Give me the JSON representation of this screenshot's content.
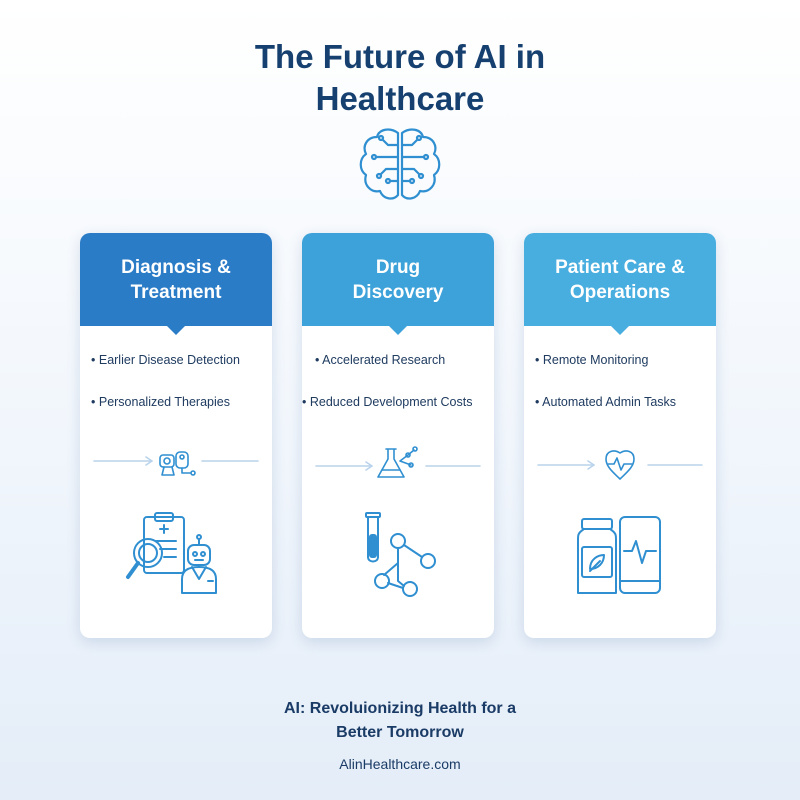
{
  "title": {
    "line1": "The Future of AI in",
    "line2": "Healthcare"
  },
  "cards": [
    {
      "heading_line1": "Diagnosis &",
      "heading_line2": "Treatment",
      "bullets": [
        "Earlier Disease Detection",
        "Personalized Therapies"
      ],
      "connector_icon": "robot-camera-icon",
      "illustration_icon": "clipboard-magnifier-robot-icon"
    },
    {
      "heading_line1": "Drug",
      "heading_line2": "Discovery",
      "bullets": [
        "Accelerated Research",
        "Reduced Development Costs"
      ],
      "connector_icon": "flask-network-icon",
      "illustration_icon": "test-tube-molecule-icon"
    },
    {
      "heading_line1": "Patient Care &",
      "heading_line2": "Operations",
      "bullets": [
        "Remote Monitoring",
        "Automated Admin Tasks"
      ],
      "connector_icon": "heart-shield-pulse-icon",
      "illustration_icon": "medicine-bottle-tablet-icon"
    }
  ],
  "tagline": {
    "line1": "AI: Revoluionizing Health for a",
    "line2": "Better Tomorrow"
  },
  "website": "AlinHealthcare.com",
  "colors": {
    "title": "#16406f",
    "card1_header": "#2b7cc7",
    "card2_header": "#3ca2d9",
    "card3_header": "#48addf",
    "icon_stroke": "#2f8fd1"
  }
}
